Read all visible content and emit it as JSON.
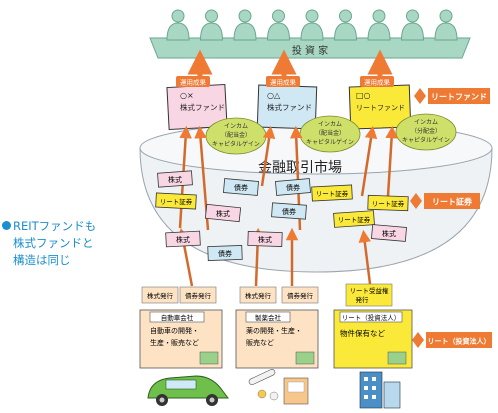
{
  "note": {
    "lines": [
      "REITファンドも",
      "株式ファンドと",
      "構造は同じ"
    ]
  },
  "investors": {
    "label": "投 資 家",
    "count": 9
  },
  "funds": [
    {
      "badge": "運用成果",
      "name_line1": "○×",
      "name_line2": "株式ファンド",
      "color": "#f8d6e4"
    },
    {
      "badge": "運用成果",
      "name_line1": "○△",
      "name_line2": "株式ファンド",
      "color": "#cfe8f4"
    },
    {
      "badge": "運用成果",
      "name_line1": "□○",
      "name_line2": "リートファンド",
      "color": "#fbe93a"
    }
  ],
  "income_bubbles": [
    {
      "line1": "インカム",
      "line2": "（配当金）",
      "line3": "キャピタルゲイン"
    },
    {
      "line1": "インカム",
      "line2": "（配当金）",
      "line3": "キャピタルゲイン"
    },
    {
      "line1": "インカム",
      "line2": "（分配金）",
      "line3": "キャピタルゲイン"
    }
  ],
  "market_label": "金融取引市場",
  "market_cards": {
    "stock": "株式",
    "bond": "債券",
    "reit": "リート証券"
  },
  "tags": {
    "reit_fund": "リートファンド",
    "reit_security": "リート証券",
    "reit_corp": "リート（投資法人）"
  },
  "issuance": {
    "stock_issue": "株式発行",
    "bond_issue": "債券発行",
    "reit_issue_line1": "リート受益権",
    "reit_issue_line2": "発行"
  },
  "companies": [
    {
      "name": "自動車会社",
      "desc_line1": "自動車の開発・",
      "desc_line2": "生産・販売など"
    },
    {
      "name": "製薬会社",
      "desc_line1": "薬の開発・生産・",
      "desc_line2": "販売など"
    },
    {
      "name": "リート（投資法人）",
      "desc_line1": "物件保有など",
      "desc_line2": ""
    }
  ],
  "colors": {
    "investor": "#a8d8c4",
    "arrow": "#ee7a33",
    "company": "#fde3c4",
    "reit_yellow": "#fbe93a",
    "bubble": "#cfe06a",
    "note_blue": "#1a8fd0",
    "tag_orange": "#ee7a33"
  }
}
